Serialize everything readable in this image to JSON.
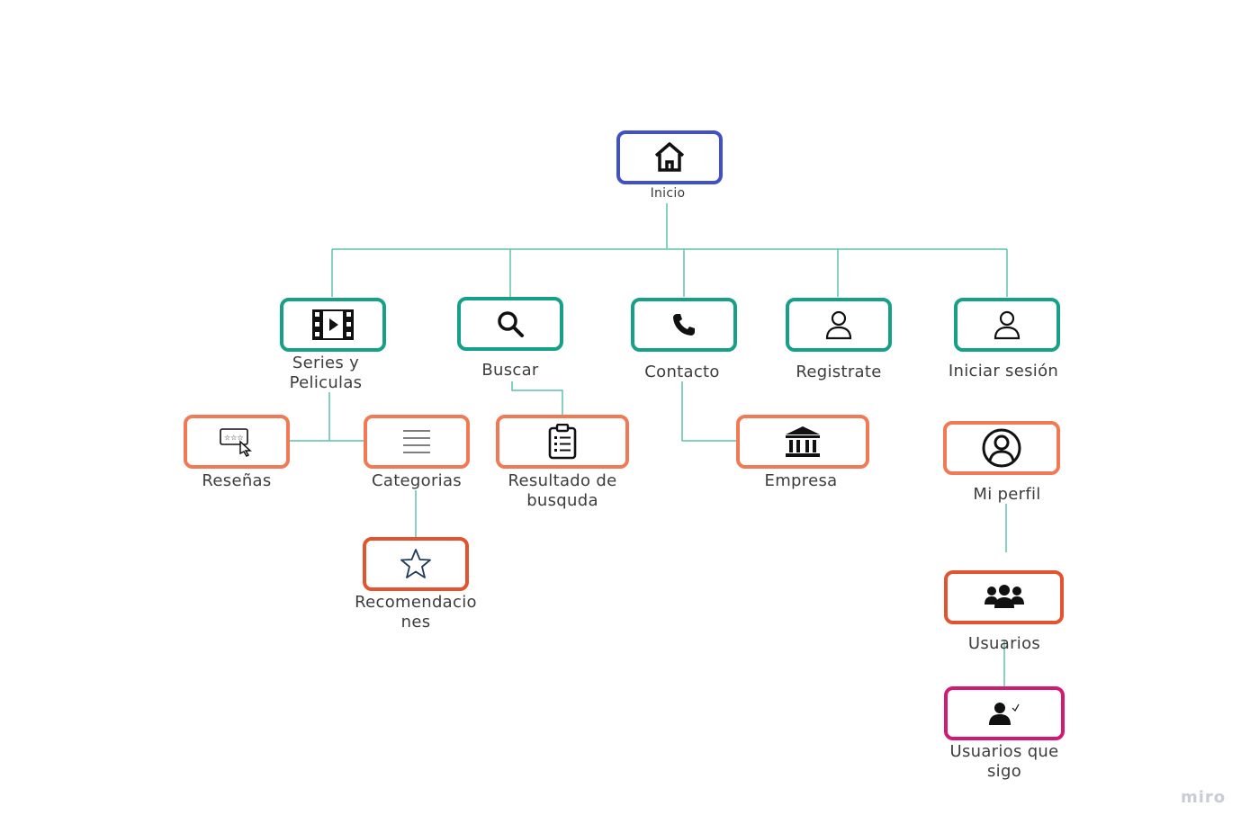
{
  "nodes": {
    "inicio": {
      "label": "Inicio",
      "icon": "home-icon"
    },
    "series": {
      "label": "Series y\nPeliculas",
      "icon": "film-icon"
    },
    "buscar": {
      "label": "Buscar",
      "icon": "search-icon"
    },
    "contacto": {
      "label": "Contacto",
      "icon": "phone-icon"
    },
    "registrate": {
      "label": "Registrate",
      "icon": "user-icon"
    },
    "iniciar": {
      "label": "Iniciar sesión",
      "icon": "user-icon"
    },
    "resenas": {
      "label": "Reseñas",
      "icon": "review-icon"
    },
    "categorias": {
      "label": "Categorias",
      "icon": "list-icon"
    },
    "resultado": {
      "label": "Resultado de\nbusquda",
      "icon": "clipboard-icon"
    },
    "empresa": {
      "label": "Empresa",
      "icon": "bank-icon"
    },
    "perfil": {
      "label": "Mi perfil",
      "icon": "profile-circle-icon"
    },
    "recomendaciones": {
      "label": "Recomendacio\nnes",
      "icon": "star-icon"
    },
    "usuarios": {
      "label": "Usuarios",
      "icon": "users-group-icon"
    },
    "siguiendo": {
      "label": "Usuarios que\nsigo",
      "icon": "user-check-icon"
    }
  },
  "colors": {
    "teal": "#16a088",
    "blue": "#4050c8",
    "orange": "#f07a55",
    "red": "#e4532f",
    "magenta": "#d21a74",
    "connector": "#5fc1ad"
  },
  "brand": "miro"
}
